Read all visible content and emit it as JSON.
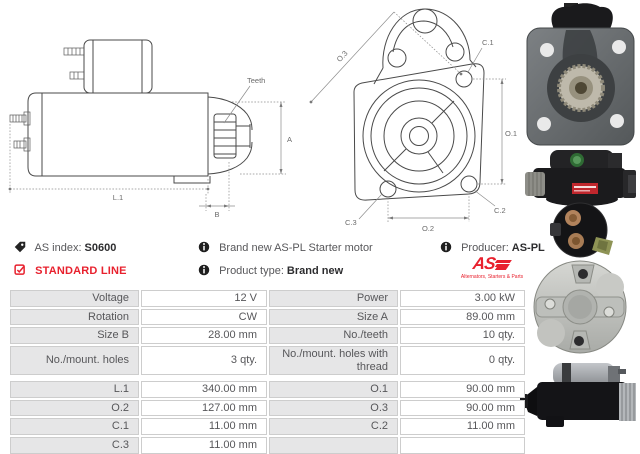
{
  "info_bar": {
    "as_index": {
      "label": "AS index:",
      "value": "S0600"
    },
    "standard_line": "STANDARD LINE",
    "brand_new_text": "Brand new AS-PL Starter motor",
    "product_type": {
      "label": "Product type:",
      "value": "Brand new"
    },
    "producer": {
      "label": "Producer:",
      "value": "AS-PL"
    },
    "logo": {
      "text": "AS",
      "tagline": "Alternators, Starters & Parts"
    }
  },
  "drawings": {
    "side_view": {
      "labels": {
        "teeth": "Teeth",
        "a": "A",
        "b": "B",
        "l1": "L.1"
      }
    },
    "front_view": {
      "labels": {
        "o1": "O.1",
        "o2": "O.2",
        "o3": "O.3",
        "c1": "C.1",
        "c2": "C.2",
        "c3": "C.3"
      }
    }
  },
  "photos": [
    {
      "name": "starter-front-flange-photo"
    },
    {
      "name": "starter-side-dark-photo"
    },
    {
      "name": "solenoid-rear-photo"
    },
    {
      "name": "end-plate-photo"
    },
    {
      "name": "starter-side-silver-photo"
    }
  ],
  "spec_table": {
    "rows": [
      {
        "label1": "Voltage",
        "value1": "12 V",
        "label2": "Power",
        "value2": "3.00 kW"
      },
      {
        "label1": "Rotation",
        "value1": "CW",
        "label2": "Size A",
        "value2": "89.00 mm"
      },
      {
        "label1": "Size B",
        "value1": "28.00 mm",
        "label2": "No./teeth",
        "value2": "10 qty."
      },
      {
        "label1": "No./mount. holes",
        "value1": "3 qty.",
        "label2": "No./mount. holes with thread",
        "value2": "0 qty."
      },
      {
        "label1": "L.1",
        "value1": "340.00 mm",
        "label2": "O.1",
        "value2": "90.00 mm"
      },
      {
        "label1": "O.2",
        "value1": "127.00 mm",
        "label2": "O.3",
        "value2": "90.00 mm"
      },
      {
        "label1": "C.1",
        "value1": "11.00 mm",
        "label2": "C.2",
        "value2": "11.00 mm"
      },
      {
        "label1": "C.3",
        "value1": "11.00 mm",
        "label2": "",
        "value2": ""
      }
    ]
  },
  "colors": {
    "accent_red": "#e8212e",
    "table_label_bg": "#e6e6e7",
    "table_border": "#cdcdcd",
    "text_gray": "#57575a"
  }
}
